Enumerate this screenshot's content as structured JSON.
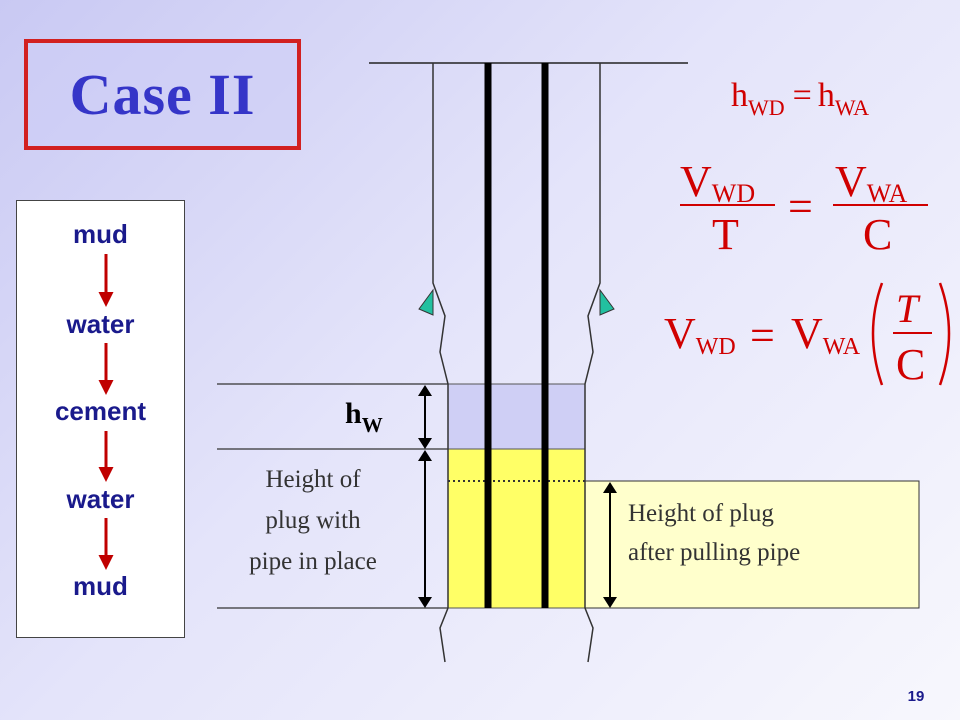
{
  "title": "Case II",
  "sequence": [
    "mud",
    "water",
    "cement",
    "water",
    "mud"
  ],
  "labels": {
    "hw_main": "h",
    "hw_sub": "W",
    "plug_with_pipe": [
      "Height of",
      "plug with",
      "pipe in place"
    ],
    "plug_after": [
      "Height of plug",
      "after pulling pipe"
    ]
  },
  "equations": {
    "eq1": {
      "lhs_main": "h",
      "lhs_sub": "WD",
      "op": "=",
      "rhs_main": "h",
      "rhs_sub": "WA"
    },
    "eq2": {
      "lhs_num": "V",
      "lhs_num_sub": "WD",
      "lhs_den": "T",
      "op": "=",
      "rhs_num": "V",
      "rhs_num_sub": "WA",
      "rhs_den": "C"
    },
    "eq3": {
      "lhs": "V",
      "lhs_sub": "WD",
      "op": "=",
      "rhs": "V",
      "rhs_sub": "WA",
      "frac_num": "T",
      "frac_den": "C"
    }
  },
  "page_number": "19",
  "colors": {
    "title_border": "#d22020",
    "title_text": "#3535c8",
    "water": "#cfcff5",
    "cement": "#ffff66",
    "plug_after_fill": "#ffffcc",
    "equation": "#d00000",
    "arrow": "#c00000",
    "centralizer": "#22c0a0"
  }
}
